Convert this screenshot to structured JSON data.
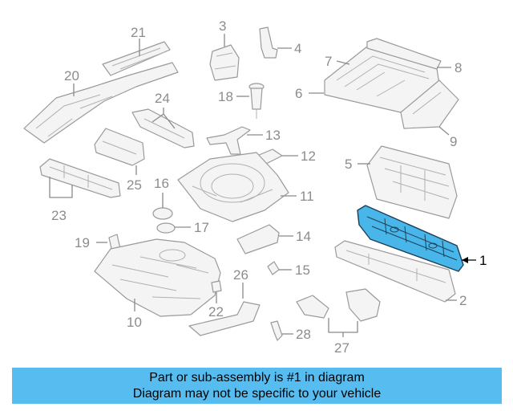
{
  "diagram": {
    "callouts": [
      "1",
      "2",
      "3",
      "4",
      "5",
      "6",
      "7",
      "8",
      "9",
      "10",
      "11",
      "12",
      "13",
      "14",
      "15",
      "16",
      "17",
      "18",
      "19",
      "20",
      "21",
      "22",
      "23",
      "24",
      "25",
      "26",
      "27",
      "28"
    ],
    "highlighted_part": "1",
    "colors": {
      "highlight": "#49b6ea",
      "outline": "#9a9a9a",
      "banner": "#57bdf0"
    }
  },
  "banner": {
    "line1": "Part or sub-assembly is #1 in diagram",
    "line2": "Diagram may not be specific to your vehicle"
  }
}
